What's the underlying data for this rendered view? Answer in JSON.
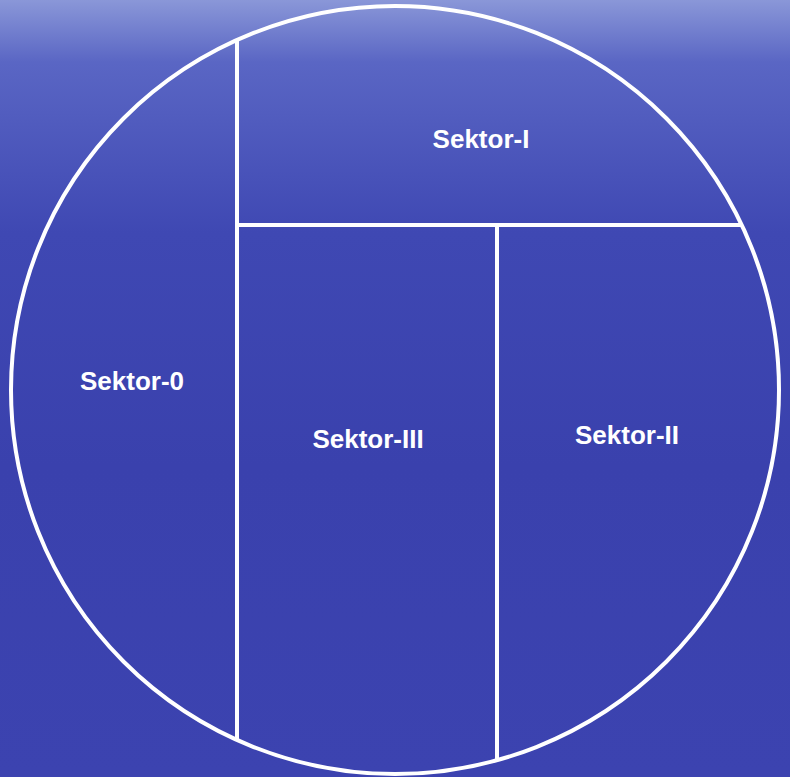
{
  "diagram": {
    "nodes": [
      {
        "text": [
          "Sektor-I"
        ]
      },
      {
        "text": [
          "Sektor-0"
        ]
      },
      {
        "text": [
          "Sektor-III"
        ]
      },
      {
        "text": [
          "Sektor-II"
        ]
      }
    ]
  }
}
